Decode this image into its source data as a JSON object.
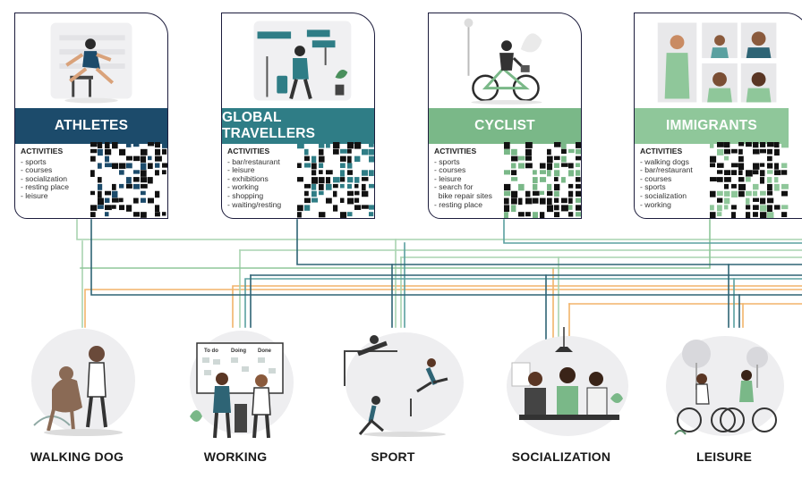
{
  "colors": {
    "athletes": "#1c4b6b",
    "global_travellers": "#2f7d86",
    "cyclist": "#7ab888",
    "immigrants": "#8fc79a",
    "orange": "#f2b46a",
    "dark_teal": "#2e6475",
    "light_green": "#a9d4b1",
    "mid_teal": "#5aa0a0",
    "outline": "#1c1c3c"
  },
  "profiles": [
    {
      "key": "athletes",
      "title": "ATHLETES",
      "activities_label": "ACTIVITIES",
      "activities": [
        "- sports",
        "- courses",
        "- socialization",
        "- resting place",
        "- leisure"
      ]
    },
    {
      "key": "global_travellers",
      "title": "GLOBAL TRAVELLERS",
      "activities_label": "ACTIVITIES",
      "activities": [
        "- bar/restaurant",
        "- leisure",
        "- exhibitions",
        "- working",
        "- shopping",
        "- waiting/resting"
      ]
    },
    {
      "key": "cyclist",
      "title": "CYCLIST",
      "activities_label": "ACTIVITIES",
      "activities": [
        "- sports",
        "- courses",
        "- leisure",
        "- search for",
        "  bike repair sites",
        "- resting place"
      ]
    },
    {
      "key": "immigrants",
      "title": "IMMIGRANTS",
      "activities_label": "ACTIVITIES",
      "activities": [
        "- walking dogs",
        "- bar/restaurant",
        "- courses",
        "- sports",
        "- socialization",
        "- working"
      ]
    }
  ],
  "activities": [
    {
      "key": "walking_dog",
      "label": "WALKING DOG",
      "icon": "walking-dog-illustration"
    },
    {
      "key": "working",
      "label": "WORKING",
      "icon": "working-illustration"
    },
    {
      "key": "sport",
      "label": "SPORT",
      "icon": "sport-illustration"
    },
    {
      "key": "socialization",
      "label": "SOCIALIZATION",
      "icon": "socialization-illustration"
    },
    {
      "key": "leisure",
      "label": "LEISURE",
      "icon": "leisure-illustration"
    }
  ],
  "kanban_board": {
    "columns": [
      "To do",
      "Doing",
      "Done"
    ]
  }
}
